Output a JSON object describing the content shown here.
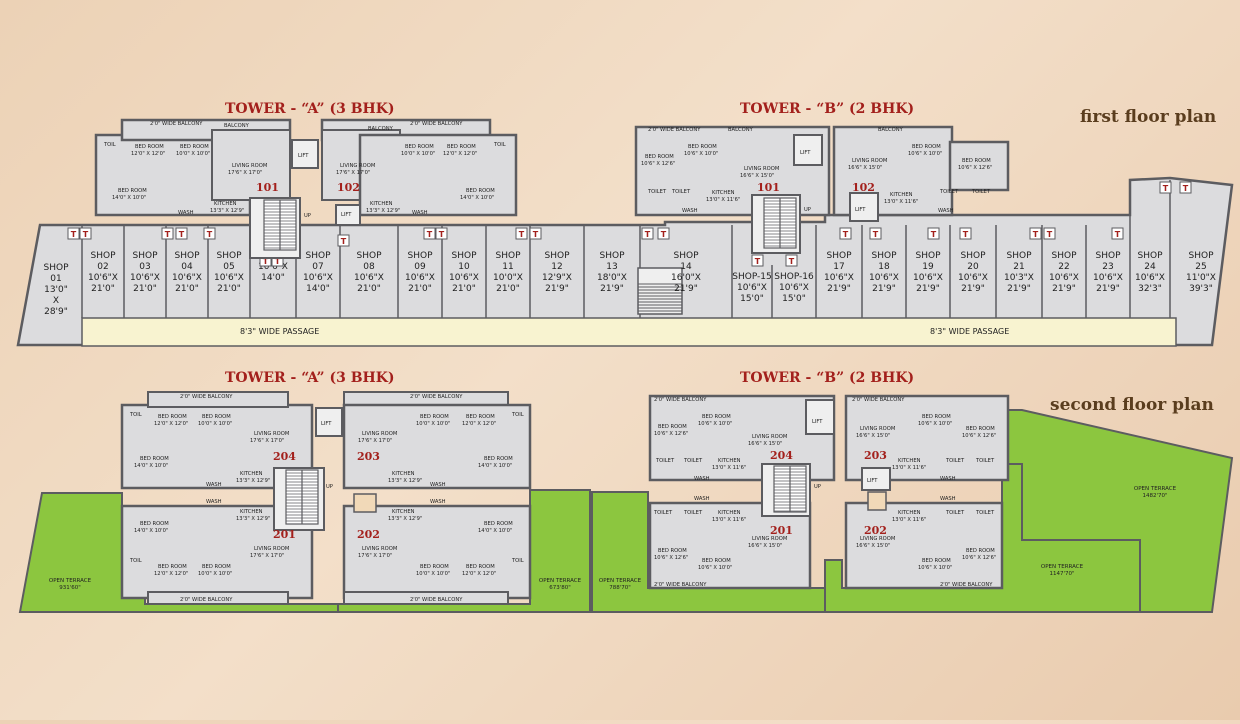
{
  "titles": {
    "first_a": "TOWER - “A” (3 BHK)",
    "first_b": "TOWER - “B” (2 BHK)",
    "second_a": "TOWER - “A” (3 BHK)",
    "second_b": "TOWER - “B” (2 BHK)",
    "first_floor": "first floor plan",
    "second_floor": "second floor plan"
  },
  "passage": {
    "left": "8'3\" WIDE PASSAGE",
    "right": "8'3\" WIDE PASSAGE"
  },
  "labels": {
    "lift": "LIFT",
    "up": "UP",
    "toilet_mark": "T",
    "balcony": "BALCONY",
    "wide_balcony": "2'0\" WIDE BALCONY",
    "living_a": "LIVING ROOM",
    "living_a_dim": "17'6\" X 17'0\"",
    "living_b": "LIVING ROOM",
    "living_b_dim": "16'6\" X 15'0\"",
    "bed": "BED ROOM",
    "bed1": "12'0\" X 12'0\"",
    "bed2": "10'0\" X 10'0\"",
    "bed3": "14'0\" X 10'0\"",
    "bedb1": "10'6\" X 12'6\"",
    "bedb2": "10'6\" X 10'0\"",
    "kitchen": "KITCHEN",
    "kitchen_a": "13'3\" X 12'9\"",
    "kitchen_b": "13'0\" X 11'6\"",
    "wash": "WASH",
    "toil": "TOIL",
    "toilet": "TOILET"
  },
  "flats_first": {
    "a_left": "101",
    "a_right": "102",
    "b_left": "101",
    "b_right": "102"
  },
  "flats_second": {
    "a_tl": "204",
    "a_tr": "203",
    "a_bl": "201",
    "a_br": "202",
    "b_tl": "204",
    "b_tr": "203",
    "b_bl": "201",
    "b_br": "202"
  },
  "shops": [
    {
      "name": "SHOP",
      "no": "01",
      "d1": "13'0\"",
      "d2": "X",
      "d3": "28'9\""
    },
    {
      "name": "SHOP",
      "no": "02",
      "d1": "10'6\"X",
      "d2": "21'0\""
    },
    {
      "name": "SHOP",
      "no": "03",
      "d1": "10'6\"X",
      "d2": "21'0\""
    },
    {
      "name": "SHOP",
      "no": "04",
      "d1": "10'6\"X",
      "d2": "21'0\""
    },
    {
      "name": "SHOP",
      "no": "05",
      "d1": "10'6\"X",
      "d2": "21'0\""
    },
    {
      "name": "SHOP-06",
      "no": "",
      "d1": "10'6\"X",
      "d2": "14'0\""
    },
    {
      "name": "SHOP",
      "no": "07",
      "d1": "10'6\"X",
      "d2": "14'0\""
    },
    {
      "name": "SHOP",
      "no": "08",
      "d1": "10'6\"X",
      "d2": "21'0\""
    },
    {
      "name": "SHOP",
      "no": "09",
      "d1": "10'6\"X",
      "d2": "21'0\""
    },
    {
      "name": "SHOP",
      "no": "10",
      "d1": "10'6\"X",
      "d2": "21'0\""
    },
    {
      "name": "SHOP",
      "no": "11",
      "d1": "10'0\"X",
      "d2": "21'0\""
    },
    {
      "name": "SHOP",
      "no": "12",
      "d1": "12'9\"X",
      "d2": "21'9\""
    },
    {
      "name": "SHOP",
      "no": "13",
      "d1": "18'0\"X",
      "d2": "21'9\""
    },
    {
      "name": "SHOP",
      "no": "14",
      "d1": "16'0\"X",
      "d2": "21'9\""
    },
    {
      "name": "SHOP-15",
      "no": "",
      "d1": "10'6\"X",
      "d2": "15'0\""
    },
    {
      "name": "SHOP-16",
      "no": "",
      "d1": "10'6\"X",
      "d2": "15'0\""
    },
    {
      "name": "SHOP",
      "no": "17",
      "d1": "10'6\"X",
      "d2": "21'9\""
    },
    {
      "name": "SHOP",
      "no": "18",
      "d1": "10'6\"X",
      "d2": "21'9\""
    },
    {
      "name": "SHOP",
      "no": "19",
      "d1": "10'6\"X",
      "d2": "21'9\""
    },
    {
      "name": "SHOP",
      "no": "20",
      "d1": "10'6\"X",
      "d2": "21'9\""
    },
    {
      "name": "SHOP",
      "no": "21",
      "d1": "10'3\"X",
      "d2": "21'9\""
    },
    {
      "name": "SHOP",
      "no": "22",
      "d1": "10'6\"X",
      "d2": "21'9\""
    },
    {
      "name": "SHOP",
      "no": "23",
      "d1": "10'6\"X",
      "d2": "21'9\""
    },
    {
      "name": "SHOP",
      "no": "24",
      "d1": "10'6\"X",
      "d2": "32'3\""
    },
    {
      "name": "SHOP",
      "no": "25",
      "d1": "11'0\"X",
      "d2": "39'3\""
    }
  ],
  "terraces": [
    {
      "label": "OPEN TERRACE",
      "area": "931'60\""
    },
    {
      "label": "OPEN TERRACE",
      "area": "673'80\""
    },
    {
      "label": "OPEN TERRACE",
      "area": "788'70\""
    },
    {
      "label": "OPEN TERRACE",
      "area": "1147'70\""
    },
    {
      "label": "OPEN TERRACE",
      "area": "1482'70\""
    }
  ],
  "colors": {
    "floor": "#dcdcde",
    "wall": "#5c5c60",
    "terrace": "#8cc63f",
    "passage": "#f8f3d0",
    "title": "#a3201c",
    "stair": "#efefef"
  }
}
